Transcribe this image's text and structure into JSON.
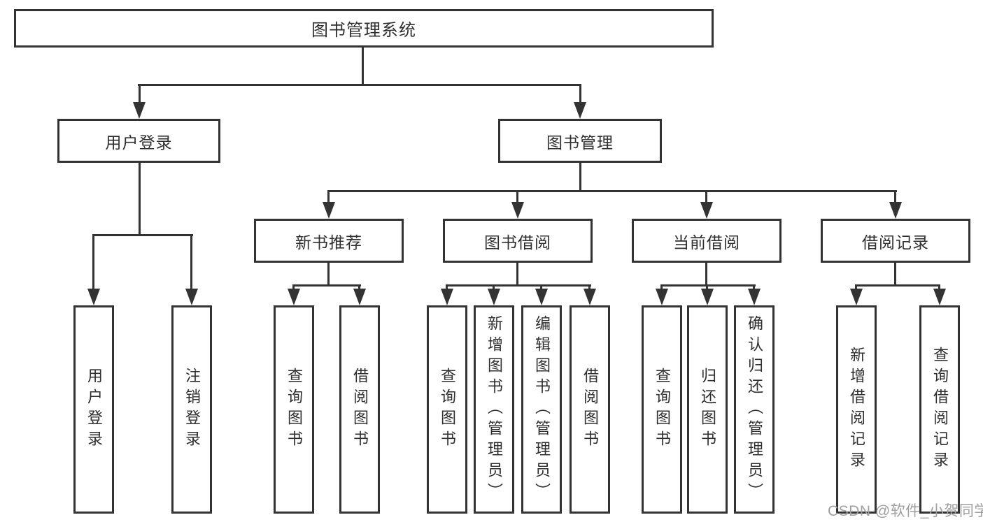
{
  "tree": {
    "label": "图书管理系统",
    "children": [
      {
        "label": "用户登录",
        "children": [
          {
            "label": "用户登录"
          },
          {
            "label": "注销登录"
          }
        ]
      },
      {
        "label": "图书管理",
        "children": [
          {
            "label": "新书推荐",
            "children": [
              {
                "label": "查询图书"
              },
              {
                "label": "借阅图书"
              }
            ]
          },
          {
            "label": "图书借阅",
            "children": [
              {
                "label": "查询图书"
              },
              {
                "label": "新增图书（管理员）"
              },
              {
                "label": "编辑图书（管理员）"
              },
              {
                "label": "借阅图书"
              }
            ]
          },
          {
            "label": "当前借阅",
            "children": [
              {
                "label": "查询图书"
              },
              {
                "label": "归还图书"
              },
              {
                "label": "确认归还（管理员）"
              }
            ]
          },
          {
            "label": "借阅记录",
            "children": [
              {
                "label": "新增借阅记录"
              },
              {
                "label": "查询借阅记录"
              }
            ]
          }
        ]
      }
    ]
  },
  "watermark": "CSDN @软件_小贺同学",
  "colors": {
    "line": "#333333",
    "text": "#2f2f2f",
    "watermark": "#a0a0a0",
    "background": "#ffffff"
  }
}
